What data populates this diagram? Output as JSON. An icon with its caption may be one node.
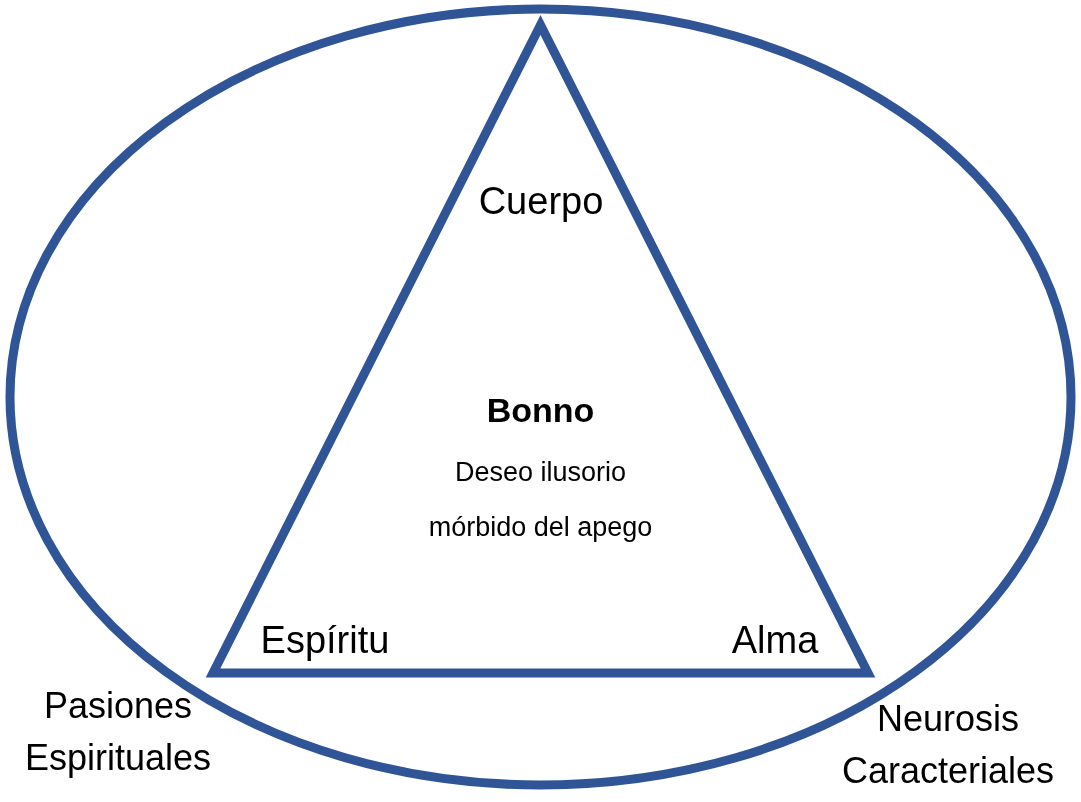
{
  "diagram": {
    "nodes": [
      {
        "text": [],
        "shape": "ellipse"
      },
      {
        "text": [
          "Bonno",
          "Deseo ilusorio mórbido del apego"
        ],
        "in": 0
      }
    ],
    "edges": [],
    "labels": [
      "Cuerpo",
      "Espíritu",
      "Alma",
      "Pasiones Espirituales",
      "Neurosis Caracteriales"
    ]
  }
}
